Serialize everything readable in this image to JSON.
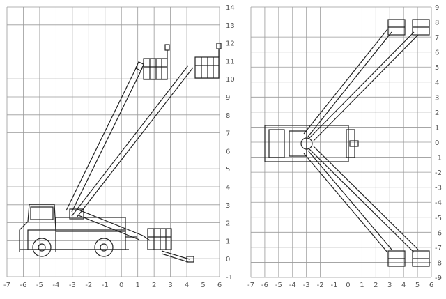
{
  "panels": [
    {
      "id": "side-elevation",
      "x_ticks": [
        "-7",
        "-6",
        "-5",
        "-4",
        "-3",
        "-2",
        "-1",
        "0",
        "1",
        "2",
        "3",
        "4",
        "5",
        "6"
      ],
      "y_ticks": [
        "-1",
        "0",
        "1",
        "2",
        "3",
        "4",
        "5",
        "6",
        "7",
        "8",
        "9",
        "10",
        "11",
        "12",
        "13",
        "14"
      ]
    },
    {
      "id": "top-plan",
      "x_ticks": [
        "-7",
        "-6",
        "-5",
        "-4",
        "-3",
        "-2",
        "-1",
        "0",
        "1",
        "2",
        "3",
        "4",
        "5",
        "6"
      ],
      "y_ticks": [
        "9",
        "8",
        "7",
        "6",
        "5",
        "4",
        "3",
        "2",
        "1",
        "0",
        "-1",
        "-2",
        "-3",
        "-4",
        "-5",
        "-6",
        "-7",
        "-8",
        "-9"
      ]
    }
  ],
  "colors": {
    "grid": "#9a9a9a",
    "line": "#222222",
    "label": "#555555"
  }
}
